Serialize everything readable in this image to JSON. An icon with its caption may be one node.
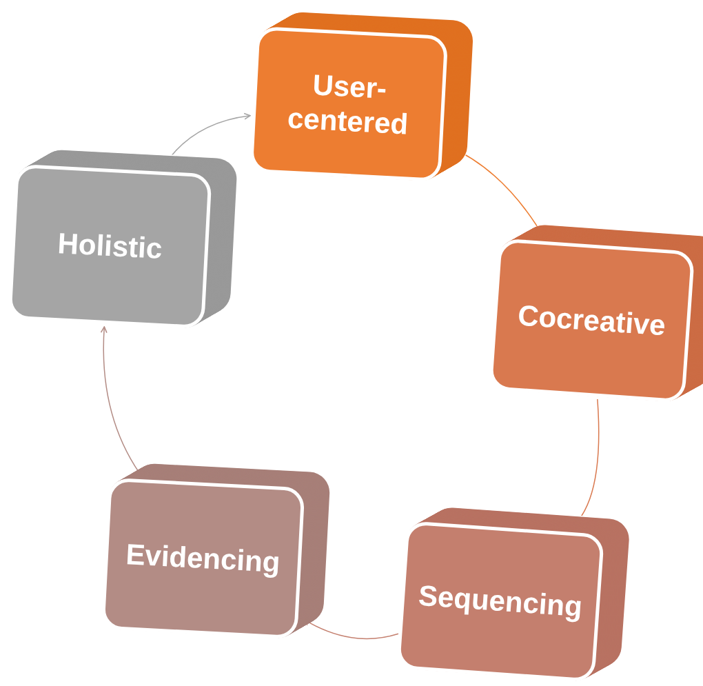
{
  "diagram": {
    "nodes": [
      {
        "text": [
          "User-centered"
        ]
      },
      {
        "text": [
          "Cocreative"
        ]
      },
      {
        "text": [
          "Sequencing"
        ]
      },
      {
        "text": [
          "Evidencing"
        ]
      },
      {
        "text": [
          "Holistic"
        ]
      }
    ],
    "edges": [
      {
        "from": 0,
        "to": 1,
        "arrow": "to",
        "color": "#ed7d31"
      },
      {
        "from": 1,
        "to": 2,
        "arrow": "to",
        "color": "#d9794f"
      },
      {
        "from": 2,
        "to": 3,
        "arrow": "to",
        "color": "#c47f6e"
      },
      {
        "from": 3,
        "to": 4,
        "arrow": "to",
        "color": "#b38c85"
      },
      {
        "from": 4,
        "to": 0,
        "arrow": "to",
        "color": "#a5a5a5"
      }
    ]
  }
}
